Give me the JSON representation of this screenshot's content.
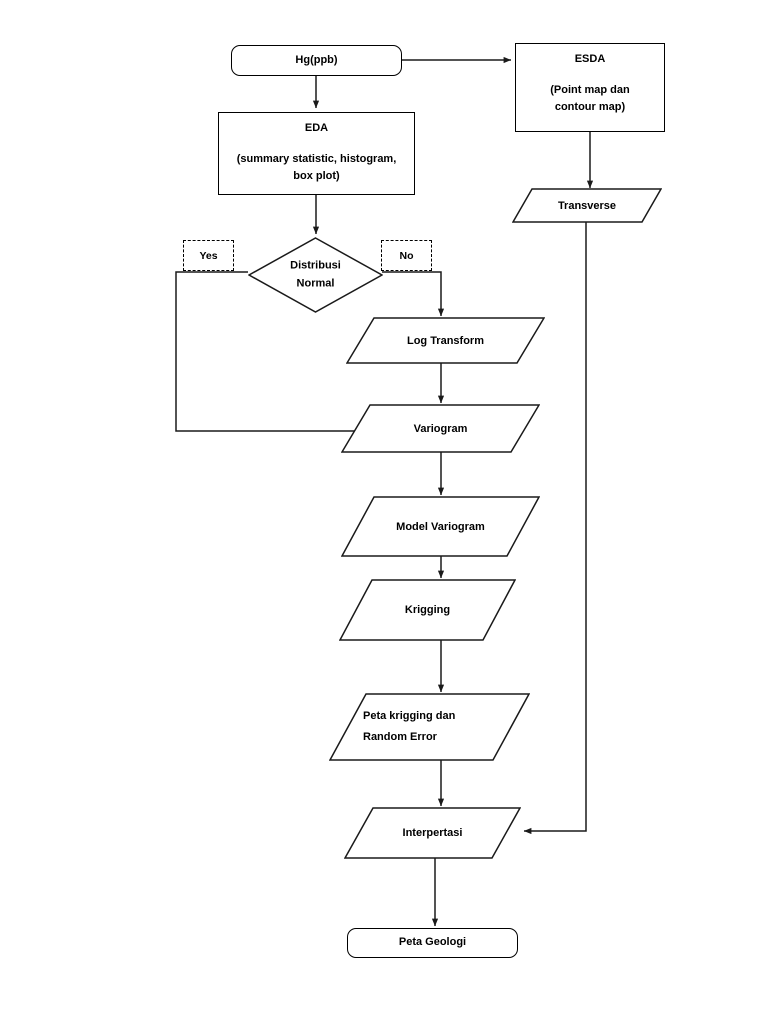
{
  "diagram": {
    "title": "Hg(ppb) geostatistics workflow flowchart",
    "stroke_color": "#1a1a1a",
    "fill_color": "#ffffff",
    "nodes": {
      "hg": {
        "label": "Hg(ppb)",
        "shape": "terminator"
      },
      "eda": {
        "head": "EDA",
        "body": "(summary statistic, histogram,\nbox plot)",
        "shape": "process"
      },
      "esda": {
        "head": "ESDA",
        "body": "(Point map dan\ncontour map)",
        "shape": "process"
      },
      "transverse": {
        "label": "Transverse",
        "shape": "data"
      },
      "distribusi_normal": {
        "label": "Distribusi\nNormal",
        "shape": "decision"
      },
      "log_transform": {
        "label": "Log Transform",
        "shape": "data"
      },
      "variogram": {
        "label": "Variogram",
        "shape": "data"
      },
      "model_variogram": {
        "label": "Model Variogram",
        "shape": "data"
      },
      "krigging": {
        "label": "Krigging",
        "shape": "data"
      },
      "peta_krigging": {
        "label": "Peta krigging dan\nRandom Error",
        "shape": "data"
      },
      "interpertasi": {
        "label": "Interpertasi",
        "shape": "data"
      },
      "peta_geologi": {
        "label": "Peta Geologi",
        "shape": "terminator"
      }
    },
    "edge_labels": {
      "yes": "Yes",
      "no": "No"
    }
  }
}
